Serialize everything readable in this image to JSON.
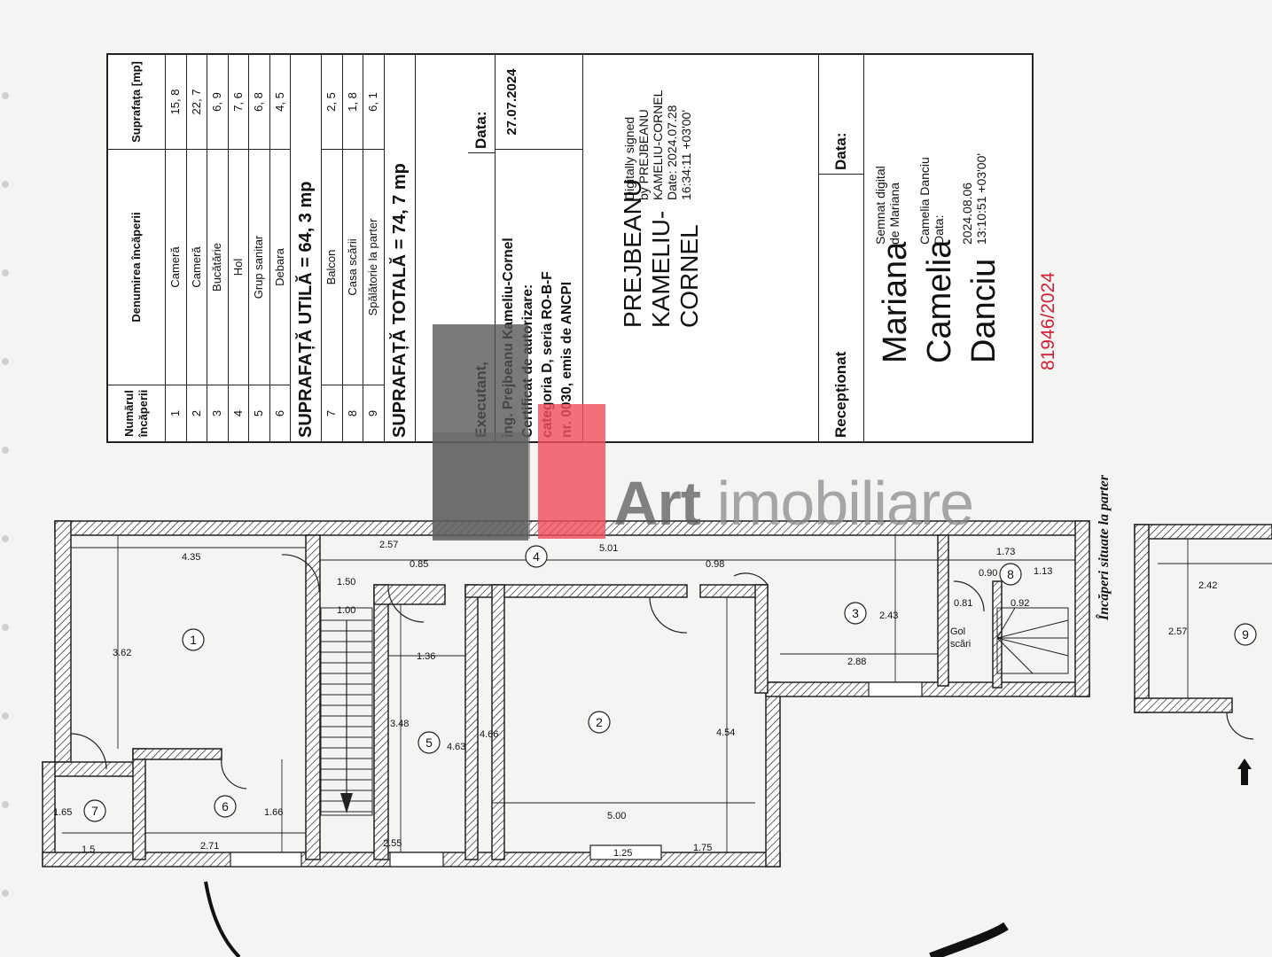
{
  "table": {
    "headers": {
      "num": "Numărul încăperii",
      "name": "Denumirea încăperii",
      "area": "Suprafața [mp]"
    },
    "rows": [
      {
        "num": "1",
        "name": "Cameră",
        "area": "15, 8"
      },
      {
        "num": "2",
        "name": "Cameră",
        "area": "22, 7"
      },
      {
        "num": "3",
        "name": "Bucătărie",
        "area": "6, 9"
      },
      {
        "num": "4",
        "name": "Hol",
        "area": "7, 6"
      },
      {
        "num": "5",
        "name": "Grup sanitar",
        "area": "6, 8"
      },
      {
        "num": "6",
        "name": "Debara",
        "area": "4, 5"
      }
    ],
    "util_total": "SUPRAFAȚĂ UTILĂ = 64, 3 mp",
    "rows2": [
      {
        "num": "7",
        "name": "Balcon",
        "area": "2, 5"
      },
      {
        "num": "8",
        "name": "Casa scării",
        "area": "1, 8"
      },
      {
        "num": "9",
        "name": "Spălătorie la parter",
        "area": "6, 1"
      }
    ],
    "grand_total": "SUPRAFAȚĂ TOTALĂ = 74, 7 mp"
  },
  "executant": {
    "label": "Executant,",
    "date_label": "Data:",
    "line1": "ing. Prejbeanu Kameliu-Cornel",
    "line2": "Certificat de autorizare:",
    "line3": "categoria D, seria RO-B-F",
    "line4": "nr. 0030, emis de ANCPI",
    "date": "27.07.2024"
  },
  "signature1": {
    "big1": "PREJBEANU",
    "big2": "KAMELIU-",
    "big3": "CORNEL",
    "s1": "Digitally signed",
    "s2": "by PREJBEANU",
    "s3": "KAMELIU-CORNEL",
    "s4": "Date: 2024.07.28",
    "s5": "16:34:11 +03'00'"
  },
  "receptie": {
    "label": "Recepționat",
    "date_label": "Data:"
  },
  "signature2": {
    "big1": "Mariana",
    "big2": "Camelia",
    "big3": "Danciu",
    "s1": "Semnat digital",
    "s2": "de Mariana",
    "s3": "Camelia Danciu",
    "s4": "Data:",
    "s5": "2024.08.06",
    "s6": "13:10:51 +03'00'"
  },
  "registration_no": "81946/2024",
  "watermark": {
    "bold": "Art",
    "light": "imobiliare"
  },
  "plan": {
    "rooms": [
      "1",
      "2",
      "3",
      "4",
      "5",
      "6",
      "7",
      "8",
      "9"
    ],
    "dims": {
      "d435": "4.35",
      "d362": "3.62",
      "d165": "1.65",
      "d15": "1.5",
      "d271": "2.71",
      "d166": "1.66",
      "d150": "1.50",
      "d100": "1.00",
      "d257a": "2.57",
      "d085": "0.85",
      "d136": "1.36",
      "d348": "3.48",
      "d463": "4.63",
      "d255": "2.55",
      "d466": "4.66",
      "d454": "4.54",
      "d500": "5.00",
      "d125": "1.25",
      "d175": "1.75",
      "d501": "5.01",
      "d098": "0.98",
      "d243": "2.43",
      "d288": "2.88",
      "d173": "1.73",
      "d090": "0.90",
      "d113": "1.13",
      "d081": "0.81",
      "d092": "0.92",
      "d242": "2.42",
      "d257b": "2.57"
    },
    "gol": "Gol",
    "scari": "scări",
    "parter_label": "Încăperi situate la parter"
  },
  "colors": {
    "wall": "#222222",
    "red": "#d0203a",
    "watermark_red": "#ef4f5e",
    "watermark_grey": "#555555"
  }
}
